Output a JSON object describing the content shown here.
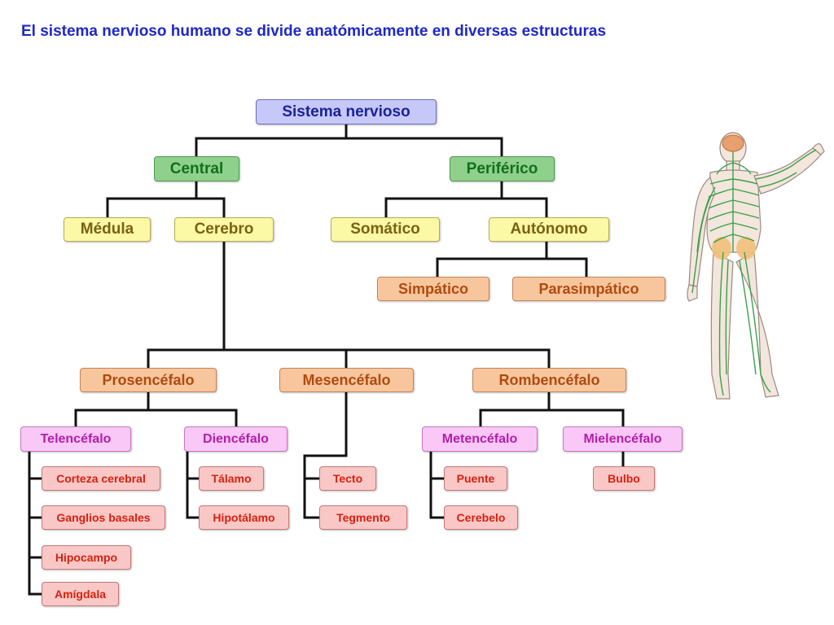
{
  "title": "El sistema nervioso humano se divide anatómicamente en diversas estructuras",
  "colors": {
    "title": "#1d28c8",
    "line": "#111111",
    "root": "#c6c8f8",
    "level1": "#8ed08c",
    "level2": "#fbf8a6",
    "level3": "#f8c69c",
    "level4": "#f9c8f6",
    "leaf": "#f9c8c6"
  },
  "nodes": {
    "sistema": "Sistema nervioso",
    "central": "Central",
    "periferico": "Periférico",
    "medula": "Médula",
    "cerebro": "Cerebro",
    "somatico": "Somático",
    "autonomo": "Autónomo",
    "simpatico": "Simpático",
    "parasimpatico": "Parasimpático",
    "prosencefalo": "Prosencéfalo",
    "mesencefalo": "Mesencéfalo",
    "rombencefalo": "Rombencéfalo",
    "telencefalo": "Telencéfalo",
    "diencefalo": "Diencéfalo",
    "metencefalo": "Metencéfalo",
    "mielencefalo": "Mielencéfalo",
    "corteza": "Corteza cerebral",
    "ganglios": "Ganglios basales",
    "hipocampo": "Hipocampo",
    "amigdala": "Amígdala",
    "talamo": "Tálamo",
    "hipotalamo": "Hipotálamo",
    "tecto": "Tecto",
    "tegmento": "Tegmento",
    "puente": "Puente",
    "cerebelo": "Cerebelo",
    "bulbo": "Bulbo"
  },
  "illustration": {
    "icon": "human-nervous-system-figure"
  }
}
